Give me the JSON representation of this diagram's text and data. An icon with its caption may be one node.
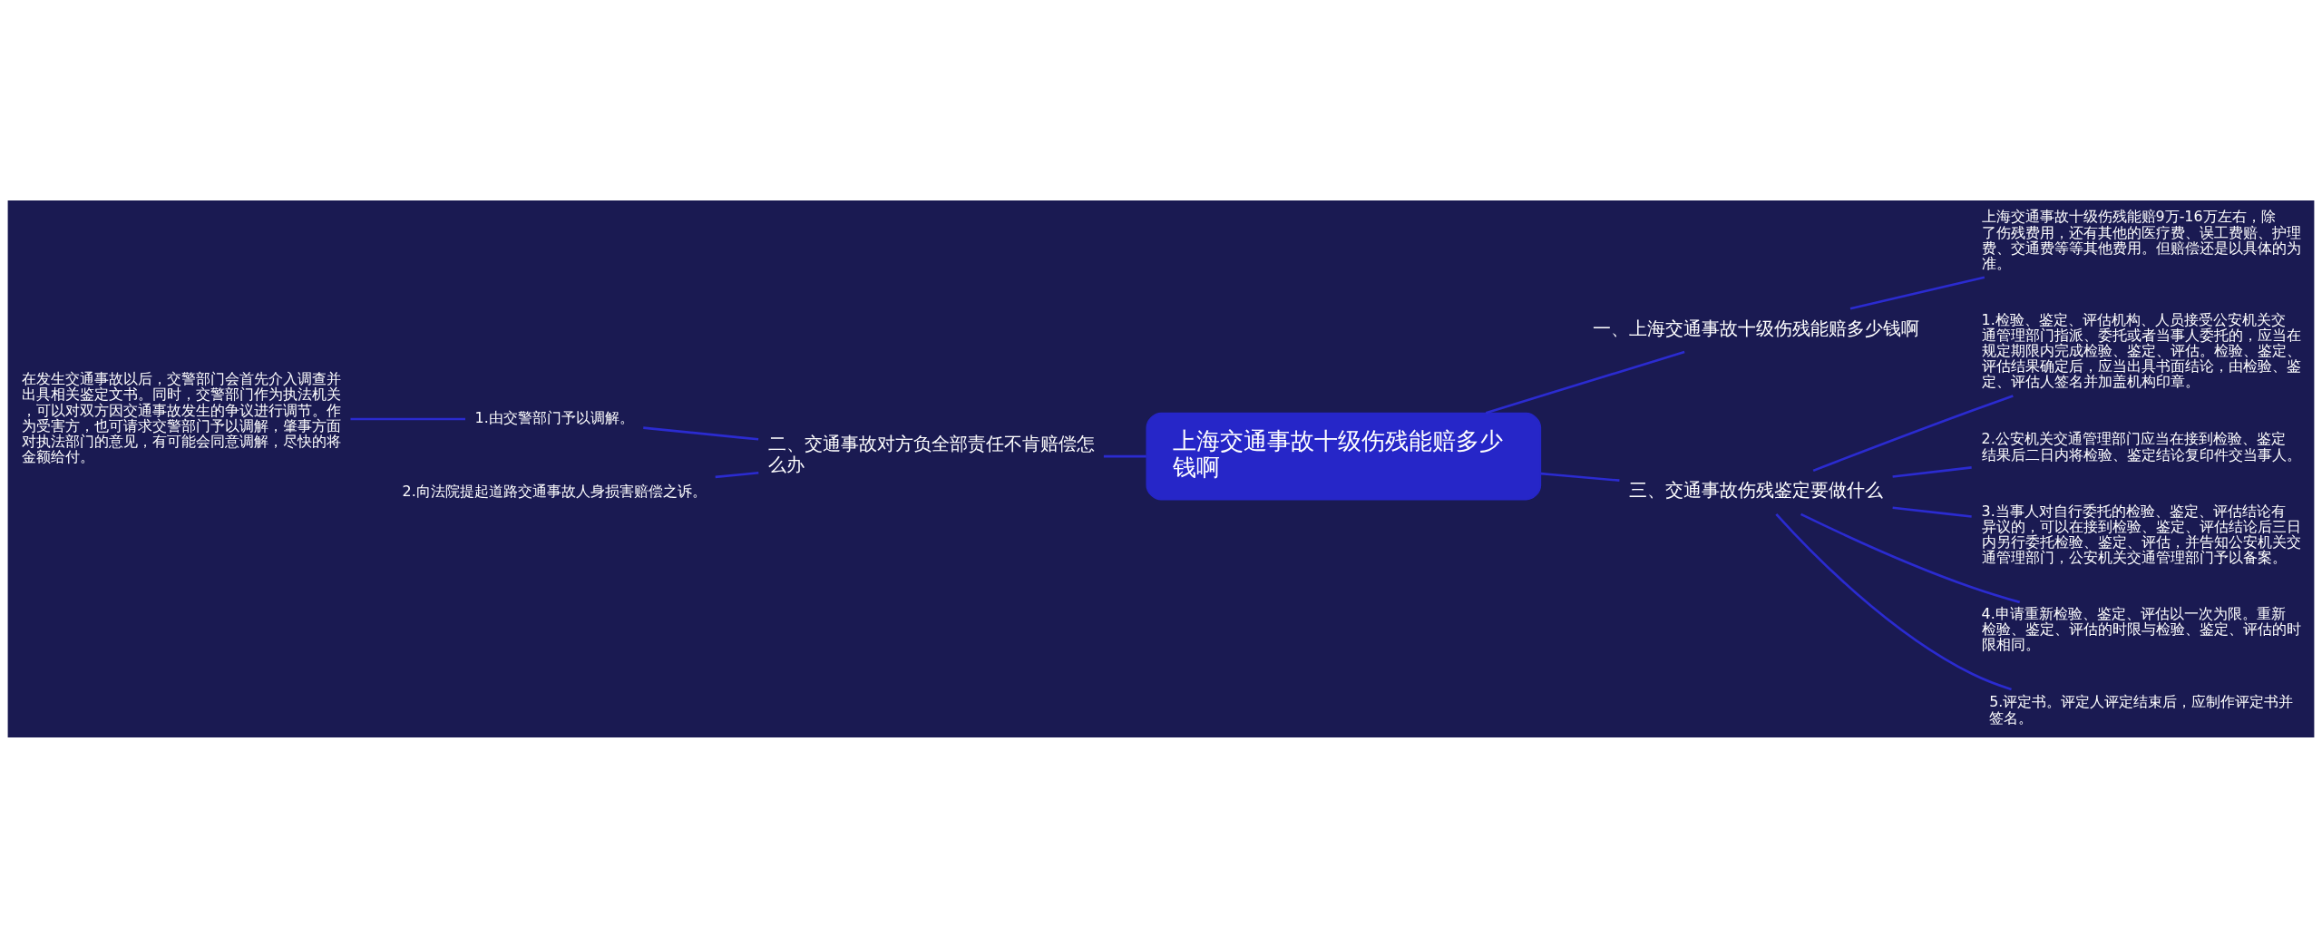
{
  "diagram": {
    "nodes": [
      {
        "text": [
          "上海交通事故十级伤残能赔多少钱啊"
        ]
      },
      {
        "text": [
          "一、上海交通事故十级伤残能赔多少钱啊"
        ]
      },
      {
        "text": [
          "上海交通事故十级伤残能赔9万-16万左右，除了伤残费用，还有其他的医疗费、误工费赔、护理费、交通费等等其他费用。但赔偿还是以具体的为准。"
        ]
      },
      {
        "text": [
          "二、交通事故对方负全部责任不肯赔偿怎么办"
        ]
      },
      {
        "text": [
          "1.由交警部门予以调解。"
        ]
      },
      {
        "text": [
          "在发生交通事故以后，交警部门会首先介入调查并出具相关鉴定文书。同时，交警部门作为执法机关，可以对双方因交通事故发生的争议进行调节。作为受害方，也可请求交警部门予以调解，肇事方面对执法部门的意见，有可能会同意调解，尽快的将金额给付。"
        ]
      },
      {
        "text": [
          "2.向法院提起道路交通事故人身损害赔偿之诉。"
        ]
      },
      {
        "text": [
          "三、交通事故伤残鉴定要做什么"
        ]
      },
      {
        "text": [
          "1.检验、鉴定、评估机构、人员接受公安机关交通管理部门指派、委托或者当事人委托的，应当在规定期限内完成检验、鉴定、评估。检验、鉴定、评估结果确定后，应当出具书面结论，由检验、鉴定、评估人签名并加盖机构印章。"
        ]
      },
      {
        "text": [
          "2.公安机关交通管理部门应当在接到检验、鉴定结果后二日内将检验、鉴定结论复印件交当事人。"
        ]
      },
      {
        "text": [
          "3.当事人对自行委托的检验、鉴定、评估结论有异议的，可以在接到检验、鉴定、评估结论后三日内另行委托检验、鉴定、评估，并告知公安机关交通管理部门，公安机关交通管理部门予以备案。"
        ]
      },
      {
        "text": [
          "4.申请重新检验、鉴定、评估以一次为限。重新检验、鉴定、评估的时限与检验、鉴定、评估的时限相同。"
        ]
      },
      {
        "text": [
          "5.评定书。评定人评定结束后，应制作评定书并签名。"
        ]
      }
    ],
    "edges": [
      {
        "from": 0,
        "to": 1,
        "arrow": "none"
      },
      {
        "from": 1,
        "to": 2,
        "arrow": "none"
      },
      {
        "from": 0,
        "to": 3,
        "arrow": "none"
      },
      {
        "from": 3,
        "to": 4,
        "arrow": "none"
      },
      {
        "from": 4,
        "to": 5,
        "arrow": "none"
      },
      {
        "from": 3,
        "to": 6,
        "arrow": "none"
      },
      {
        "from": 0,
        "to": 7,
        "arrow": "none"
      },
      {
        "from": 7,
        "to": 8,
        "arrow": "none"
      },
      {
        "from": 7,
        "to": 9,
        "arrow": "none"
      },
      {
        "from": 7,
        "to": 10,
        "arrow": "none"
      },
      {
        "from": 7,
        "to": 11,
        "arrow": "none"
      },
      {
        "from": 7,
        "to": 12,
        "arrow": "none"
      }
    ]
  }
}
